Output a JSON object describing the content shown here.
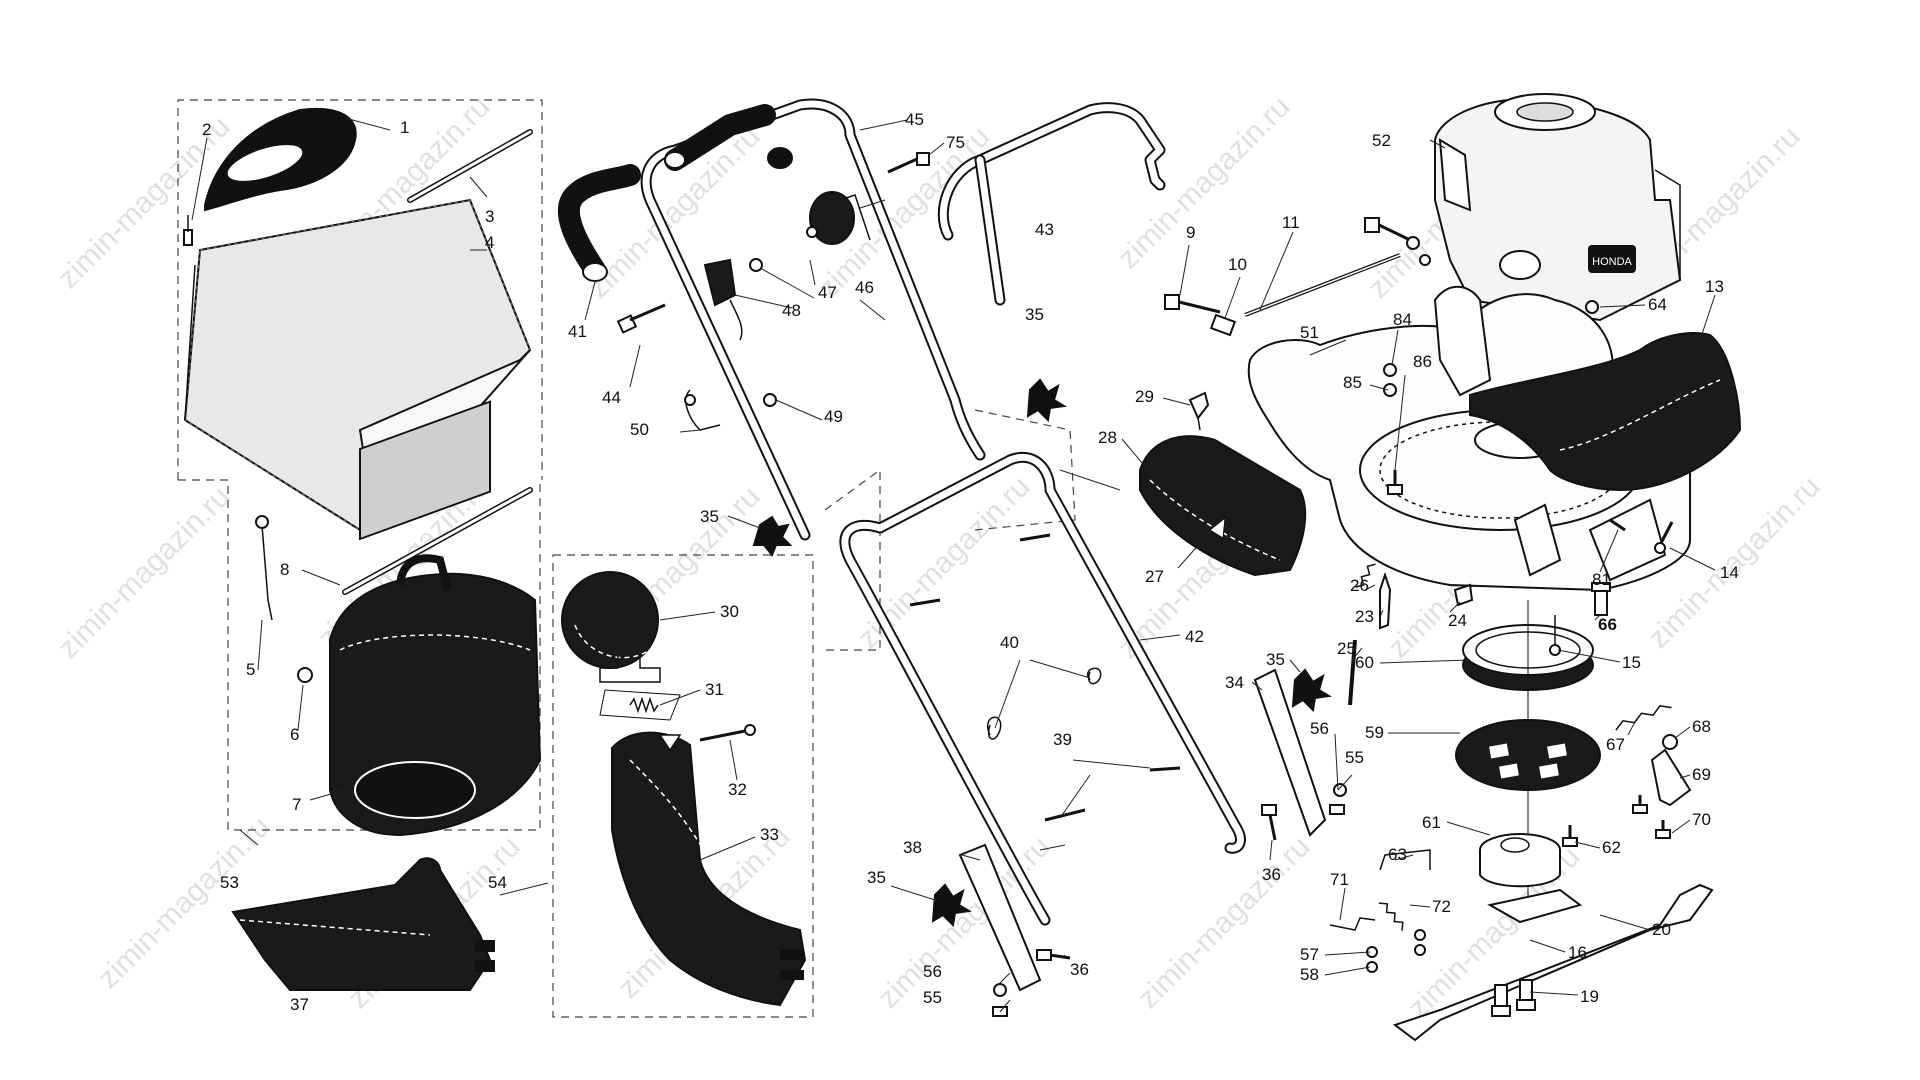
{
  "watermark": "zimin-magazin.ru",
  "part_numbers": {
    "p1": "1",
    "p2": "2",
    "p3": "3",
    "p4": "4",
    "p5": "5",
    "p6": "6",
    "p7": "7",
    "p8": "8",
    "p9": "9",
    "p10": "10",
    "p11": "11",
    "p13": "13",
    "p14": "14",
    "p15": "15",
    "p16": "16",
    "p19": "19",
    "p20": "20",
    "p23": "23",
    "p24": "24",
    "p25": "25",
    "p26": "26",
    "p27": "27",
    "p28": "28",
    "p29": "29",
    "p30": "30",
    "p31": "31",
    "p32": "32",
    "p33": "33",
    "p34": "34",
    "p35a": "35",
    "p35b": "35",
    "p35c": "35",
    "p35d": "35",
    "p36a": "36",
    "p36b": "36",
    "p37": "37",
    "p38": "38",
    "p39": "39",
    "p40": "40",
    "p41": "41",
    "p42": "42",
    "p43": "43",
    "p44": "44",
    "p45": "45",
    "p46": "46",
    "p47": "47",
    "p48": "48",
    "p49": "49",
    "p50": "50",
    "p51": "51",
    "p52": "52",
    "p53": "53",
    "p54": "54",
    "p55a": "55",
    "p55b": "55",
    "p56a": "56",
    "p56b": "56",
    "p57": "57",
    "p58": "58",
    "p59": "59",
    "p60": "60",
    "p61": "61",
    "p62": "62",
    "p63": "63",
    "p64": "64",
    "p66": "66",
    "p67": "67",
    "p68": "68",
    "p69": "69",
    "p70": "70",
    "p71": "71",
    "p72": "72",
    "p75": "75",
    "p81": "81",
    "p84": "84",
    "p85": "85",
    "p86": "86"
  },
  "engine_badge": "HONDA",
  "colors": {
    "ink": "#111111",
    "paper": "#ffffff",
    "watermark": "#c8c8c8"
  }
}
